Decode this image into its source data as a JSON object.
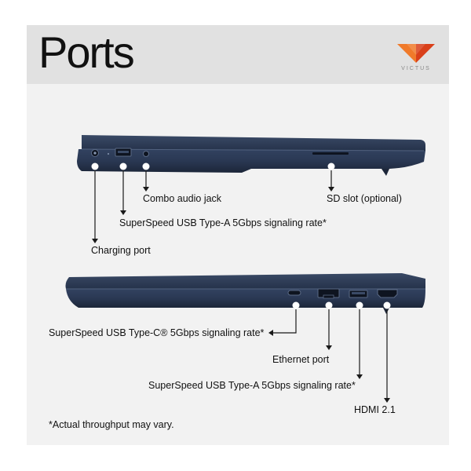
{
  "header": {
    "title": "Ports",
    "brand": "VICTUS",
    "brand_icon": "victus-v-logo-icon",
    "brand_color": "#e8551e"
  },
  "laptop_left_side": {
    "ports": [
      {
        "label": "Combo audio jack"
      },
      {
        "label": "SD slot (optional)"
      },
      {
        "label": "SuperSpeed USB Type-A 5Gbps signaling rate*"
      },
      {
        "label": "Charging port"
      }
    ]
  },
  "laptop_right_side": {
    "ports": [
      {
        "label": "SuperSpeed USB Type-C® 5Gbps signaling rate*"
      },
      {
        "label": "Ethernet port"
      },
      {
        "label": "SuperSpeed USB Type-A 5Gbps signaling rate*"
      },
      {
        "label": "HDMI 2.1"
      }
    ]
  },
  "footnote": "*Actual throughput may vary.",
  "colors": {
    "chassis": "#2c3a52",
    "chassis_dark": "#1d2738",
    "callout_line": "#1a1a1a",
    "marker": "#ffffff"
  }
}
